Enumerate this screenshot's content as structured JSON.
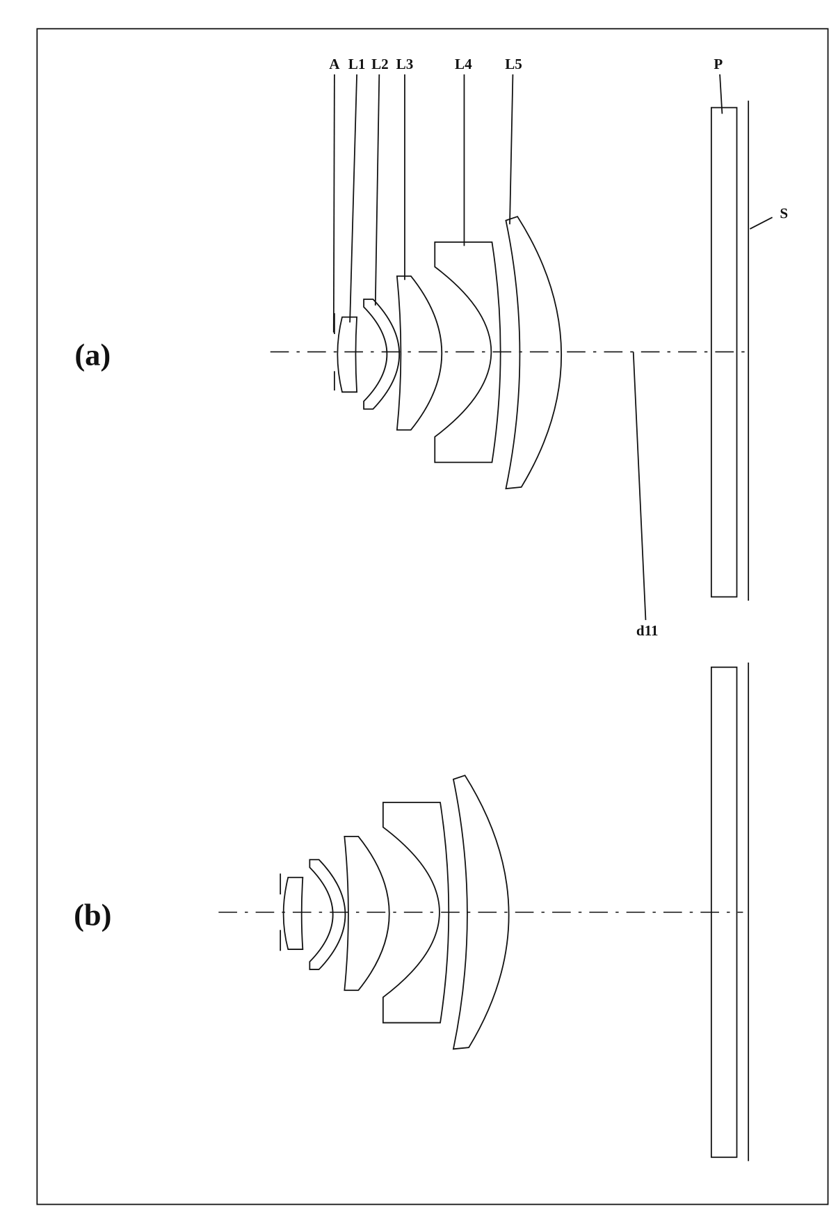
{
  "figures": {
    "a": {
      "label": "(a)"
    },
    "b": {
      "label": "(b)"
    }
  },
  "labels": {
    "aperture": "A",
    "lens1": "L1",
    "lens2": "L2",
    "lens3": "L3",
    "lens4": "L4",
    "lens5": "L5",
    "plate": "P",
    "image_surface": "S",
    "distance": "d11"
  },
  "colors": {
    "line": "#111111",
    "background": "#ffffff"
  }
}
